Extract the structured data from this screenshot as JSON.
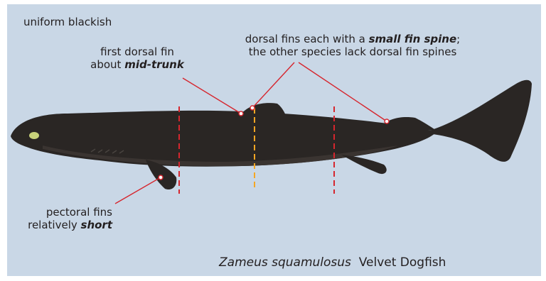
{
  "labels": {
    "color": "uniform blackish",
    "first_dorsal_line1": "first dorsal fin",
    "first_dorsal_line2_prefix": "about ",
    "first_dorsal_line2_emph": "mid-trunk",
    "spines_line1_prefix": "dorsal fins each with a ",
    "spines_line1_emph": "small fin spine",
    "spines_line1_suffix": ";",
    "spines_line2": "the other species lack dorsal fin spines",
    "pectoral_line1": "pectoral fins",
    "pectoral_line2_prefix": "relatively ",
    "pectoral_line2_emph": "short"
  },
  "caption": {
    "scientific_name": "Zameus squamulosus",
    "common_name": "Velvet Dogfish"
  },
  "colors": {
    "background": "#c9d7e6",
    "shark_body": "#2a2624",
    "shark_belly": "#3a3431",
    "leader_lines": "#d6262e",
    "trunk_marker_red": "#d6262e",
    "trunk_marker_orange": "#f5a623",
    "eye": "#c8d27a"
  }
}
